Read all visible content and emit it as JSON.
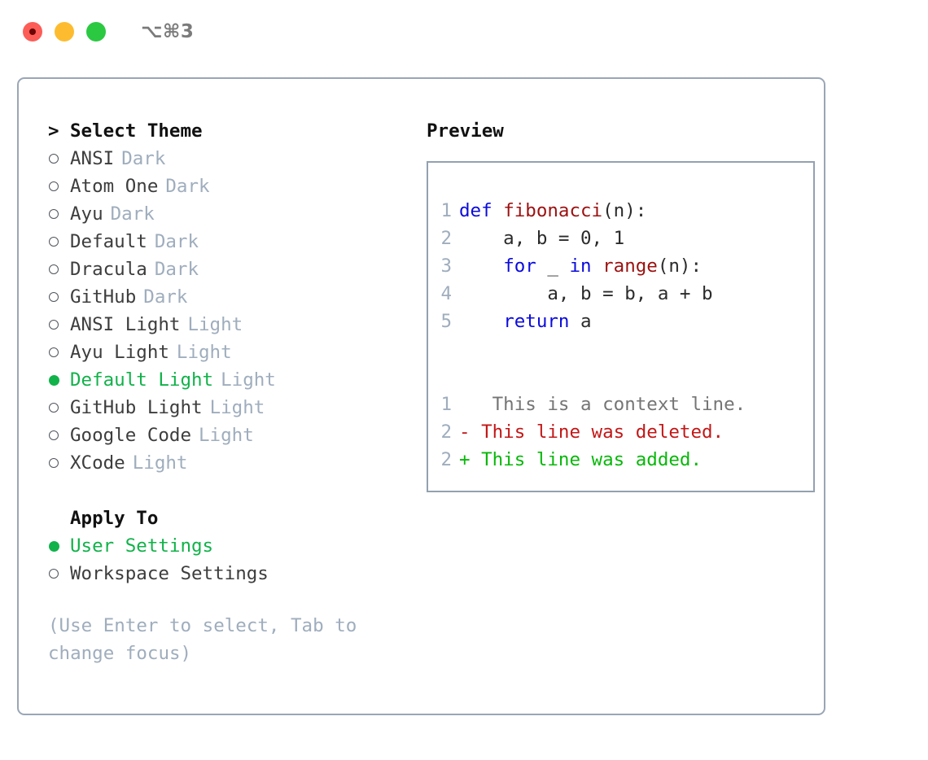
{
  "window": {
    "title": "⌥⌘3",
    "traffic_lights": [
      {
        "name": "close",
        "color": "#fc5d57"
      },
      {
        "name": "minimize",
        "color": "#fdbc2f"
      },
      {
        "name": "zoom",
        "color": "#2bc942"
      }
    ]
  },
  "colors": {
    "accent_green": "#11b24a",
    "muted": "#9fadbd",
    "border": "#9aa6b6",
    "preview_border": "#93a1b0",
    "keyword": "#0b0bdc",
    "function": "#9c1111",
    "diff_add": "#08b80a",
    "diff_del": "#c21818",
    "diff_ctx": "#757575"
  },
  "theme_list": {
    "header": {
      "marker": ">",
      "label": "Select Theme"
    },
    "items": [
      {
        "marker": "o",
        "label": "ANSI",
        "variant": "Dark",
        "selected": false
      },
      {
        "marker": "o",
        "label": "Atom One",
        "variant": "Dark",
        "selected": false
      },
      {
        "marker": "o",
        "label": "Ayu",
        "variant": "Dark",
        "selected": false
      },
      {
        "marker": "o",
        "label": "Default",
        "variant": "Dark",
        "selected": false
      },
      {
        "marker": "o",
        "label": "Dracula",
        "variant": "Dark",
        "selected": false
      },
      {
        "marker": "o",
        "label": "GitHub",
        "variant": "Dark",
        "selected": false
      },
      {
        "marker": "o",
        "label": "ANSI Light",
        "variant": "Light",
        "selected": false
      },
      {
        "marker": "o",
        "label": "Ayu Light",
        "variant": "Light",
        "selected": false
      },
      {
        "marker": "●",
        "label": "Default Light",
        "variant": "Light",
        "selected": true
      },
      {
        "marker": "o",
        "label": "GitHub Light",
        "variant": "Light",
        "selected": false
      },
      {
        "marker": "o",
        "label": "Google Code",
        "variant": "Light",
        "selected": false
      },
      {
        "marker": "o",
        "label": "XCode",
        "variant": "Light",
        "selected": false
      }
    ]
  },
  "apply_to": {
    "header": "Apply To",
    "items": [
      {
        "marker": "●",
        "label": "User Settings",
        "selected": true
      },
      {
        "marker": "o",
        "label": "Workspace Settings",
        "selected": false
      }
    ]
  },
  "hint": "(Use Enter to select, Tab to change focus)",
  "preview": {
    "title": "Preview",
    "code_lines": [
      {
        "number": "1",
        "tokens": [
          {
            "text": "def ",
            "kind": "kw"
          },
          {
            "text": "fibonacci",
            "kind": "fn"
          },
          {
            "text": "(n):",
            "kind": "plain"
          }
        ]
      },
      {
        "number": "2",
        "tokens": [
          {
            "text": "    a, b = 0, 1",
            "kind": "plain"
          }
        ]
      },
      {
        "number": "3",
        "tokens": [
          {
            "text": "    ",
            "kind": "plain"
          },
          {
            "text": "for",
            "kind": "kw"
          },
          {
            "text": " _ ",
            "kind": "plain"
          },
          {
            "text": "in ",
            "kind": "kw"
          },
          {
            "text": "range",
            "kind": "fn"
          },
          {
            "text": "(n):",
            "kind": "plain"
          }
        ]
      },
      {
        "number": "4",
        "tokens": [
          {
            "text": "        a, b = b, a + b",
            "kind": "plain"
          }
        ]
      },
      {
        "number": "5",
        "tokens": [
          {
            "text": "    ",
            "kind": "plain"
          },
          {
            "text": "return",
            "kind": "kw"
          },
          {
            "text": " a",
            "kind": "plain"
          }
        ]
      }
    ],
    "diff_lines": [
      {
        "number": "1",
        "sign": " ",
        "text": "  This is a context line.",
        "kind": "ctx"
      },
      {
        "number": "2",
        "sign": "-",
        "text": " This line was deleted.",
        "kind": "del"
      },
      {
        "number": "2",
        "sign": "+",
        "text": " This line was added.",
        "kind": "add"
      }
    ]
  }
}
